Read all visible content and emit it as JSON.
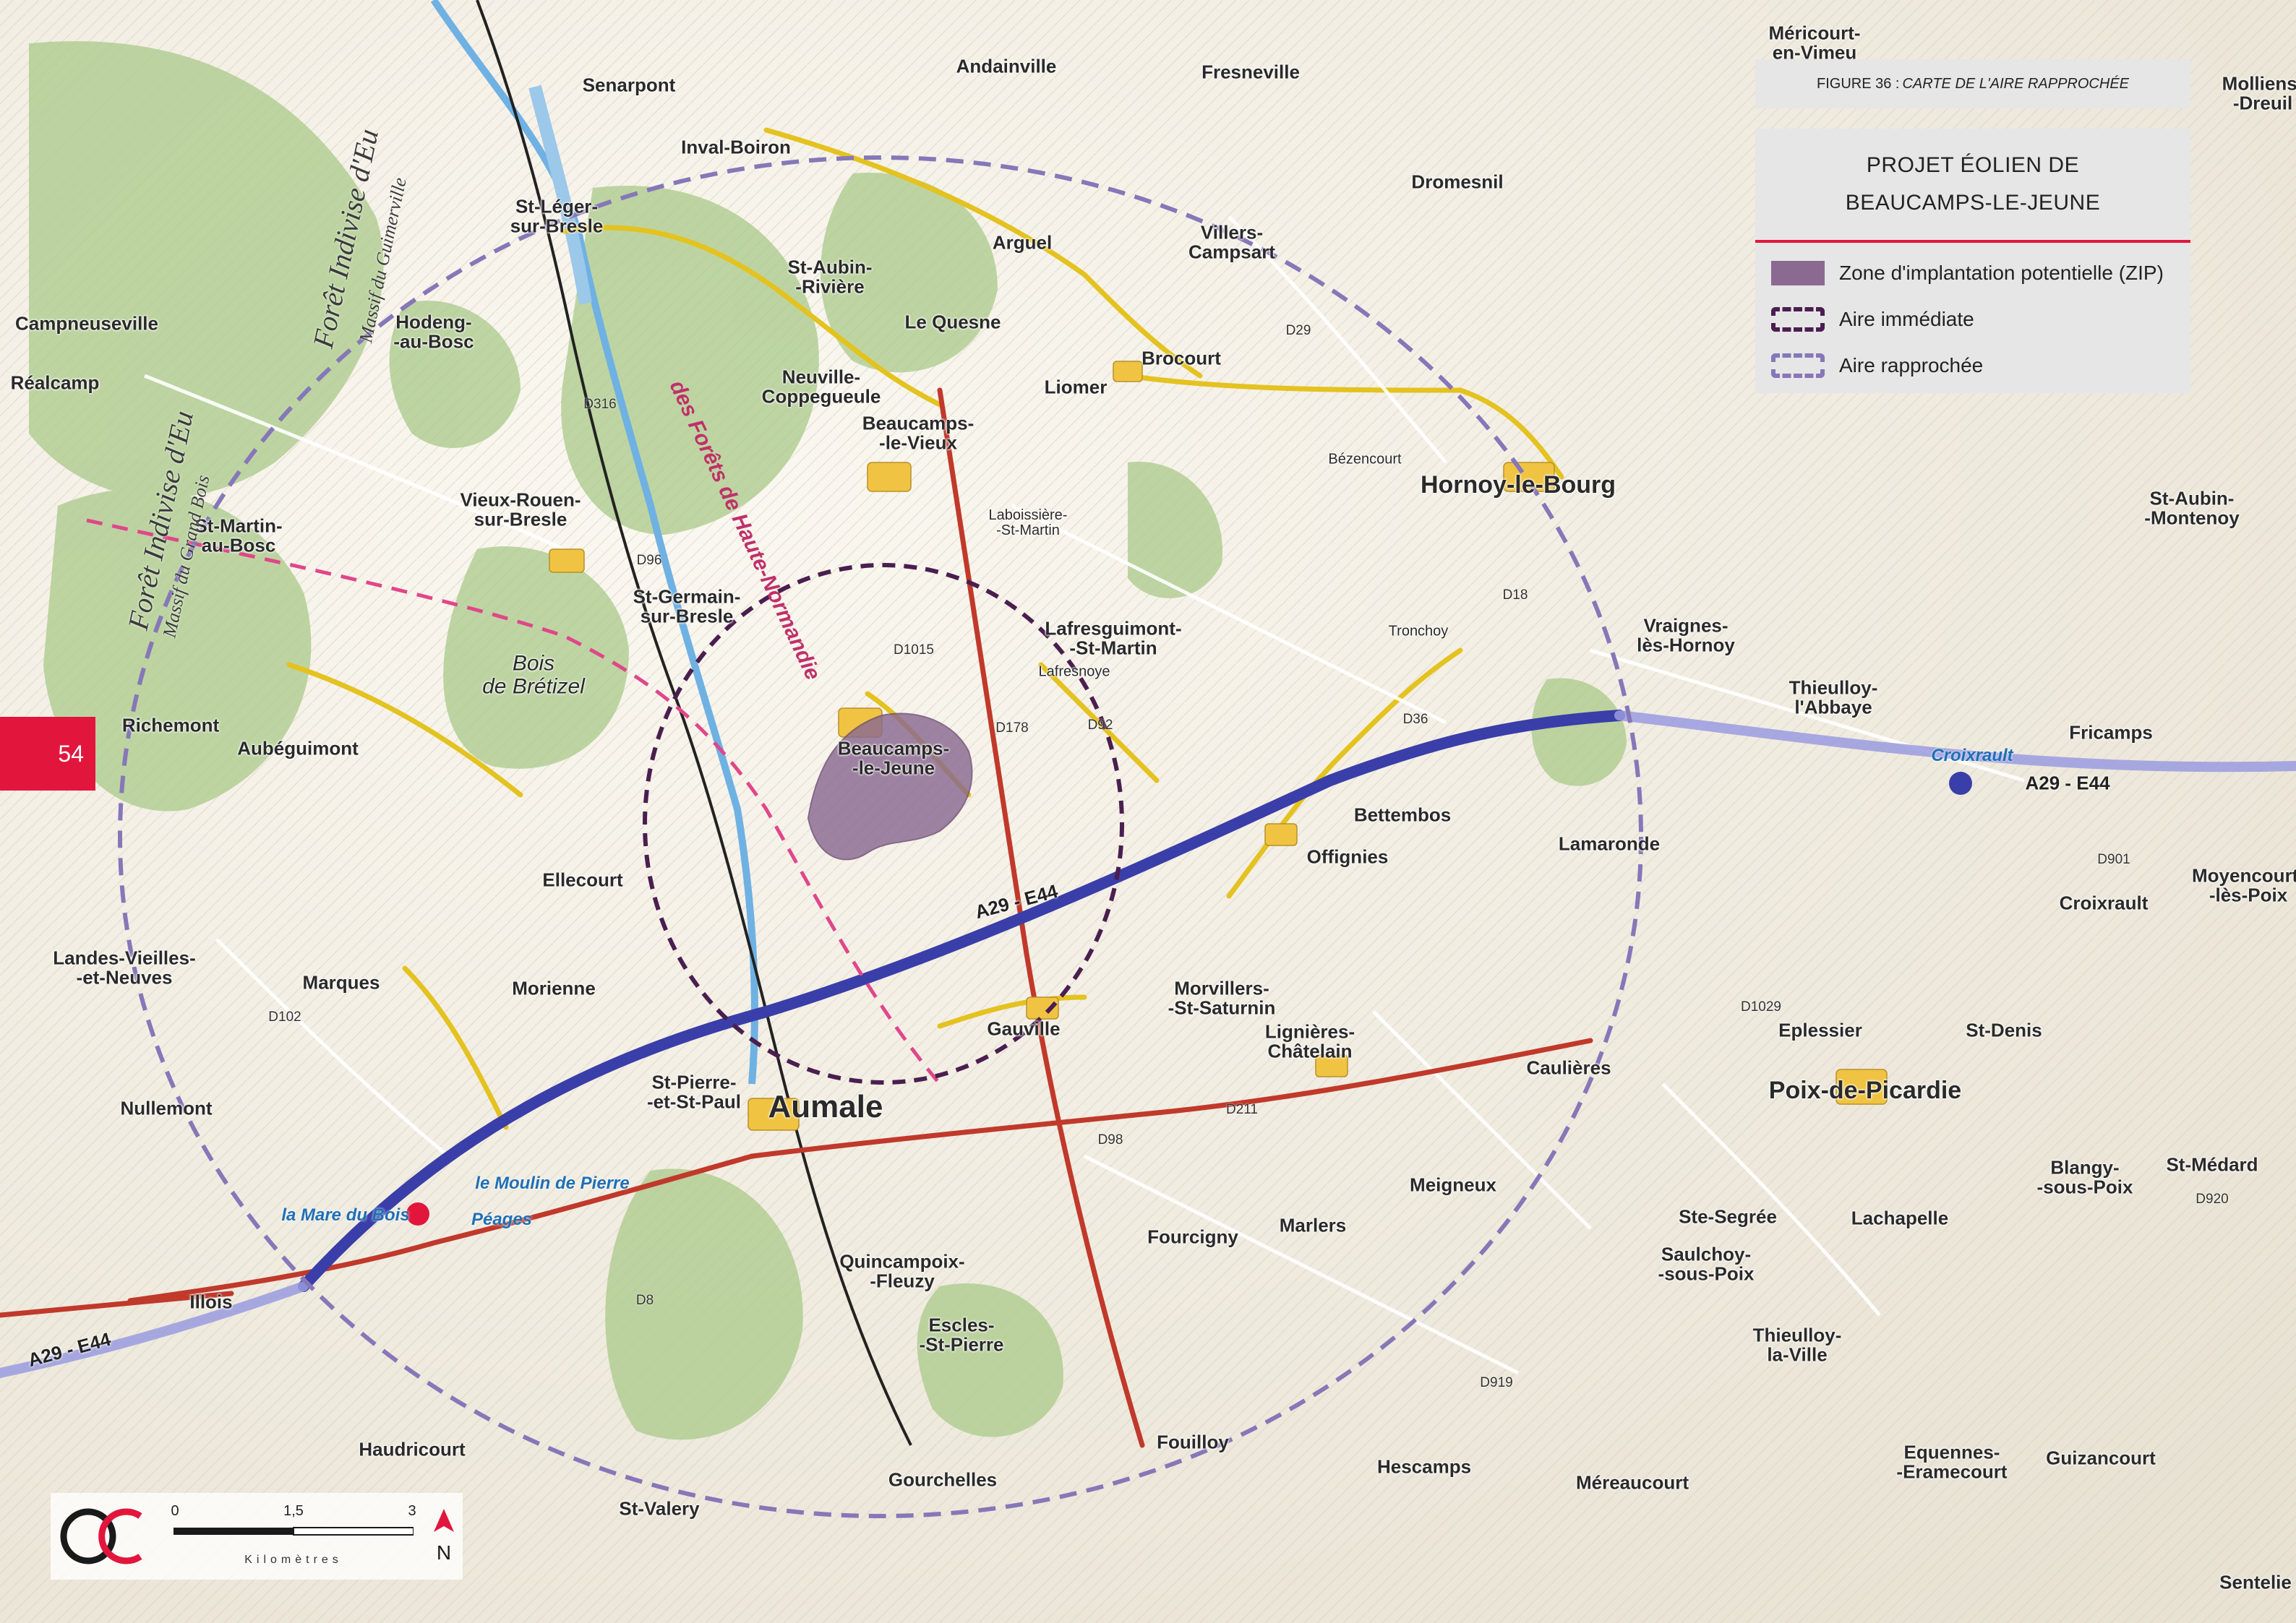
{
  "page": {
    "number": "54"
  },
  "caption": {
    "prefix": "FIGURE 36 :",
    "title": "CARTE DE L'AIRE RAPPROCHÉE"
  },
  "legend": {
    "title_line1": "PROJET ÉOLIEN DE",
    "title_line2": "BEAUCAMPS-LE-JEUNE",
    "items": [
      {
        "label": "Zone d'implantation potentielle (ZIP)",
        "color": "#8b6a92"
      },
      {
        "label": "Aire immédiate",
        "color": "#4a1e4f"
      },
      {
        "label": "Aire rapprochée",
        "color": "#8677b8"
      }
    ]
  },
  "scale": {
    "ticks": [
      "0",
      "1,5",
      "3"
    ],
    "units": "Kilomètres",
    "north": "N"
  },
  "colors": {
    "accent": "#e2163c",
    "zip": "#8b6a92",
    "aire_immediate": "#4a1e4f",
    "aire_rapprochee": "#8677b8",
    "motorway": "#3a3ea8",
    "primary_road": "#c0392b",
    "secondary_road": "#e4c21f",
    "river": "#6fb1e3",
    "forest": "#a9c98a"
  },
  "places": {
    "aumale": "Aumale",
    "hornoy": "Hornoy-le-Bourg",
    "poix": "Poix-de-Picardie",
    "beaucamps_jeune": "Beaucamps-\n-le-Jeune",
    "beaucamps_vieux": "Beaucamps-\n-le-Vieux",
    "lafresguimont": "Lafresguimont-\n-St-Martin",
    "morvillers": "Morvillers-\n-St-Saturnin",
    "lignieres": "Lignières-\nChâtelain",
    "st_germain": "St-Germain-\nsur-Bresle",
    "vieux_rouen": "Vieux-Rouen-\nsur-Bresle",
    "neuville": "Neuville-\nCoppegueule",
    "villers_campsart": "Villers-\nCampsart",
    "brocourt": "Brocourt",
    "liomer": "Liomer",
    "le_quesne": "Le Quesne",
    "arguel": "Arguel",
    "st_aubin_riviere": "St-Aubin-\n-Rivière",
    "andainville": "Andainville",
    "fresneville": "Fresneville",
    "dromesnil": "Dromesnil",
    "senarpont": "Senarpont",
    "inval_boiron": "Inval-Boiron",
    "st_leger": "St-Léger-\nsur-Bresle",
    "hodeng": "Hodeng-\n-au-Bosc",
    "campneuseville": "Campneuseville",
    "realcamp": "Réalcamp",
    "st_martin_bosc": "St-Martin-\nau-Bosc",
    "richemont": "Richemont",
    "aubeguimont": "Aubéguimont",
    "ellecourt": "Ellecourt",
    "marques": "Marques",
    "morienne": "Morienne",
    "landes_vieilles": "Landes-Vieilles-\n-et-Neuves",
    "nullemont": "Nullemont",
    "illois": "Illois",
    "haudricourt": "Haudricourt",
    "st_valery": "St-Valery",
    "gourchelles": "Gourchelles",
    "quincampoix": "Quincampoix-\n-Fleuzy",
    "escles": "Escles-\n-St-Pierre",
    "fourcigny": "Fourcigny",
    "marlers": "Marlers",
    "fouilloy": "Fouilloy",
    "hescamps": "Hescamps",
    "gauville": "Gauville",
    "st_pierre_paul": "St-Pierre-\n-et-St-Paul",
    "offignies": "Offignies",
    "bettembos": "Bettembos",
    "lamaronde": "Lamaronde",
    "cameres": "Caulières",
    "meigneux": "Meigneux",
    "lachapelle": "Lachapelle",
    "ste_segree": "Ste-Segrée",
    "saulchoy": "Saulchoy-\n-sous-Poix",
    "thieulloy_ville": "Thieulloy-\nla-Ville",
    "thieulloy_abbaye": "Thieulloy-\nl'Abbaye",
    "vraignes": "Vraignes-\nlès-Hornoy",
    "fricamps": "Fricamps",
    "croixrault": "Croixrault",
    "epleessier": "Eplessier",
    "st_denis": "St-Denis",
    "blangy": "Blangy-\n-sous-Poix",
    "equennes": "Equennes-\n-Eramecourt",
    "guizancourt": "Guizancourt",
    "mereaucourt": "Méreaucourt",
    "st_aubin_montenoy": "St-Aubin-\n-Montenoy",
    "moyencourt": "Moyencourt-\n-lès-Poix",
    "st_medard": "St-Médard",
    "sentelie": "Sentelie",
    "bois_bretizel": "Bois\nde Brétizel",
    "laboissiere": "Laboissière-\n-St-Martin",
    "bezencourt": "Bézencourt",
    "tronchoy": "Tronchoy",
    "lafresnoye": "Lafresnoye",
    "mericourt": "Méricourt-\nen-Vimeu",
    "molliens": "Molliens-\n-Dreuil"
  },
  "forests": {
    "foret_eu": "Forêt Indivise d'Eu",
    "foret_eu_massif": "Massif du Guimerville",
    "foret_eu_2": "Forêt Indivise d'Eu",
    "foret_eu_2_massif": "Massif du Grand Bois"
  },
  "trails": {
    "grp": "des Forêts de Haute-Normandie"
  },
  "highways": {
    "a29_mid": "A29 - E44",
    "a29_east": "A29 - E44",
    "a29_west": "A29 - E44",
    "peages": "Péages",
    "croixrault_peage": "Croixrault"
  },
  "water": {
    "mare_du_bois": "la Mare du Bois",
    "moulin_pierre": "le Moulin de Pierre"
  },
  "roads": [
    "D211",
    "D316",
    "D1015",
    "D96",
    "D178",
    "D92",
    "D36",
    "D29",
    "D18",
    "D1029",
    "D98",
    "D8",
    "D920",
    "D919",
    "D901",
    "D102"
  ]
}
